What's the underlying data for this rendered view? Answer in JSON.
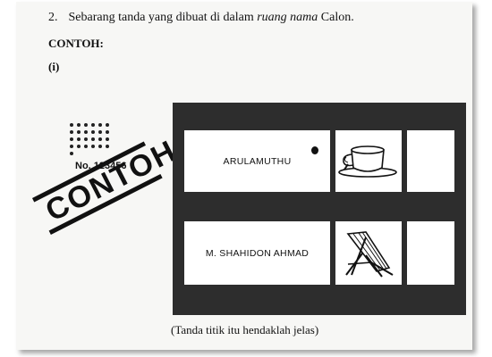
{
  "instruction": {
    "number": "2.",
    "text_before": "Sebarang tanda yang dibuat di dalam ",
    "text_italic": "ruang nama",
    "text_after": " Calon."
  },
  "heading": "CONTOH:",
  "sub_label": "(i)",
  "serial_number": "No. 123456",
  "stamp_text": "CONTOH",
  "candidates": [
    {
      "name": "ARULAMUTHU",
      "symbol": "teacup-icon",
      "marked": true
    },
    {
      "name": "M. SHAHIDON AHMAD",
      "symbol": "deckchair-icon",
      "marked": false
    }
  ],
  "caption": "(Tanda titik itu hendaklah jelas)"
}
